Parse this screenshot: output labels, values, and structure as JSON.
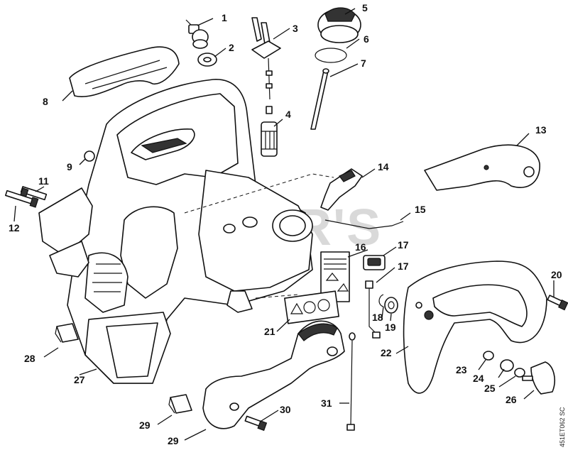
{
  "watermark": "CUTLER'S",
  "drawing_code": "451ET062 SC",
  "callouts": [
    "1",
    "2",
    "3",
    "4",
    "5",
    "6",
    "7",
    "8",
    "9",
    "11",
    "12",
    "13",
    "14",
    "15",
    "16",
    "17",
    "17",
    "18",
    "19",
    "20",
    "21",
    "22",
    "23",
    "24",
    "25",
    "26",
    "27",
    "28",
    "29",
    "29",
    "30",
    "31"
  ]
}
